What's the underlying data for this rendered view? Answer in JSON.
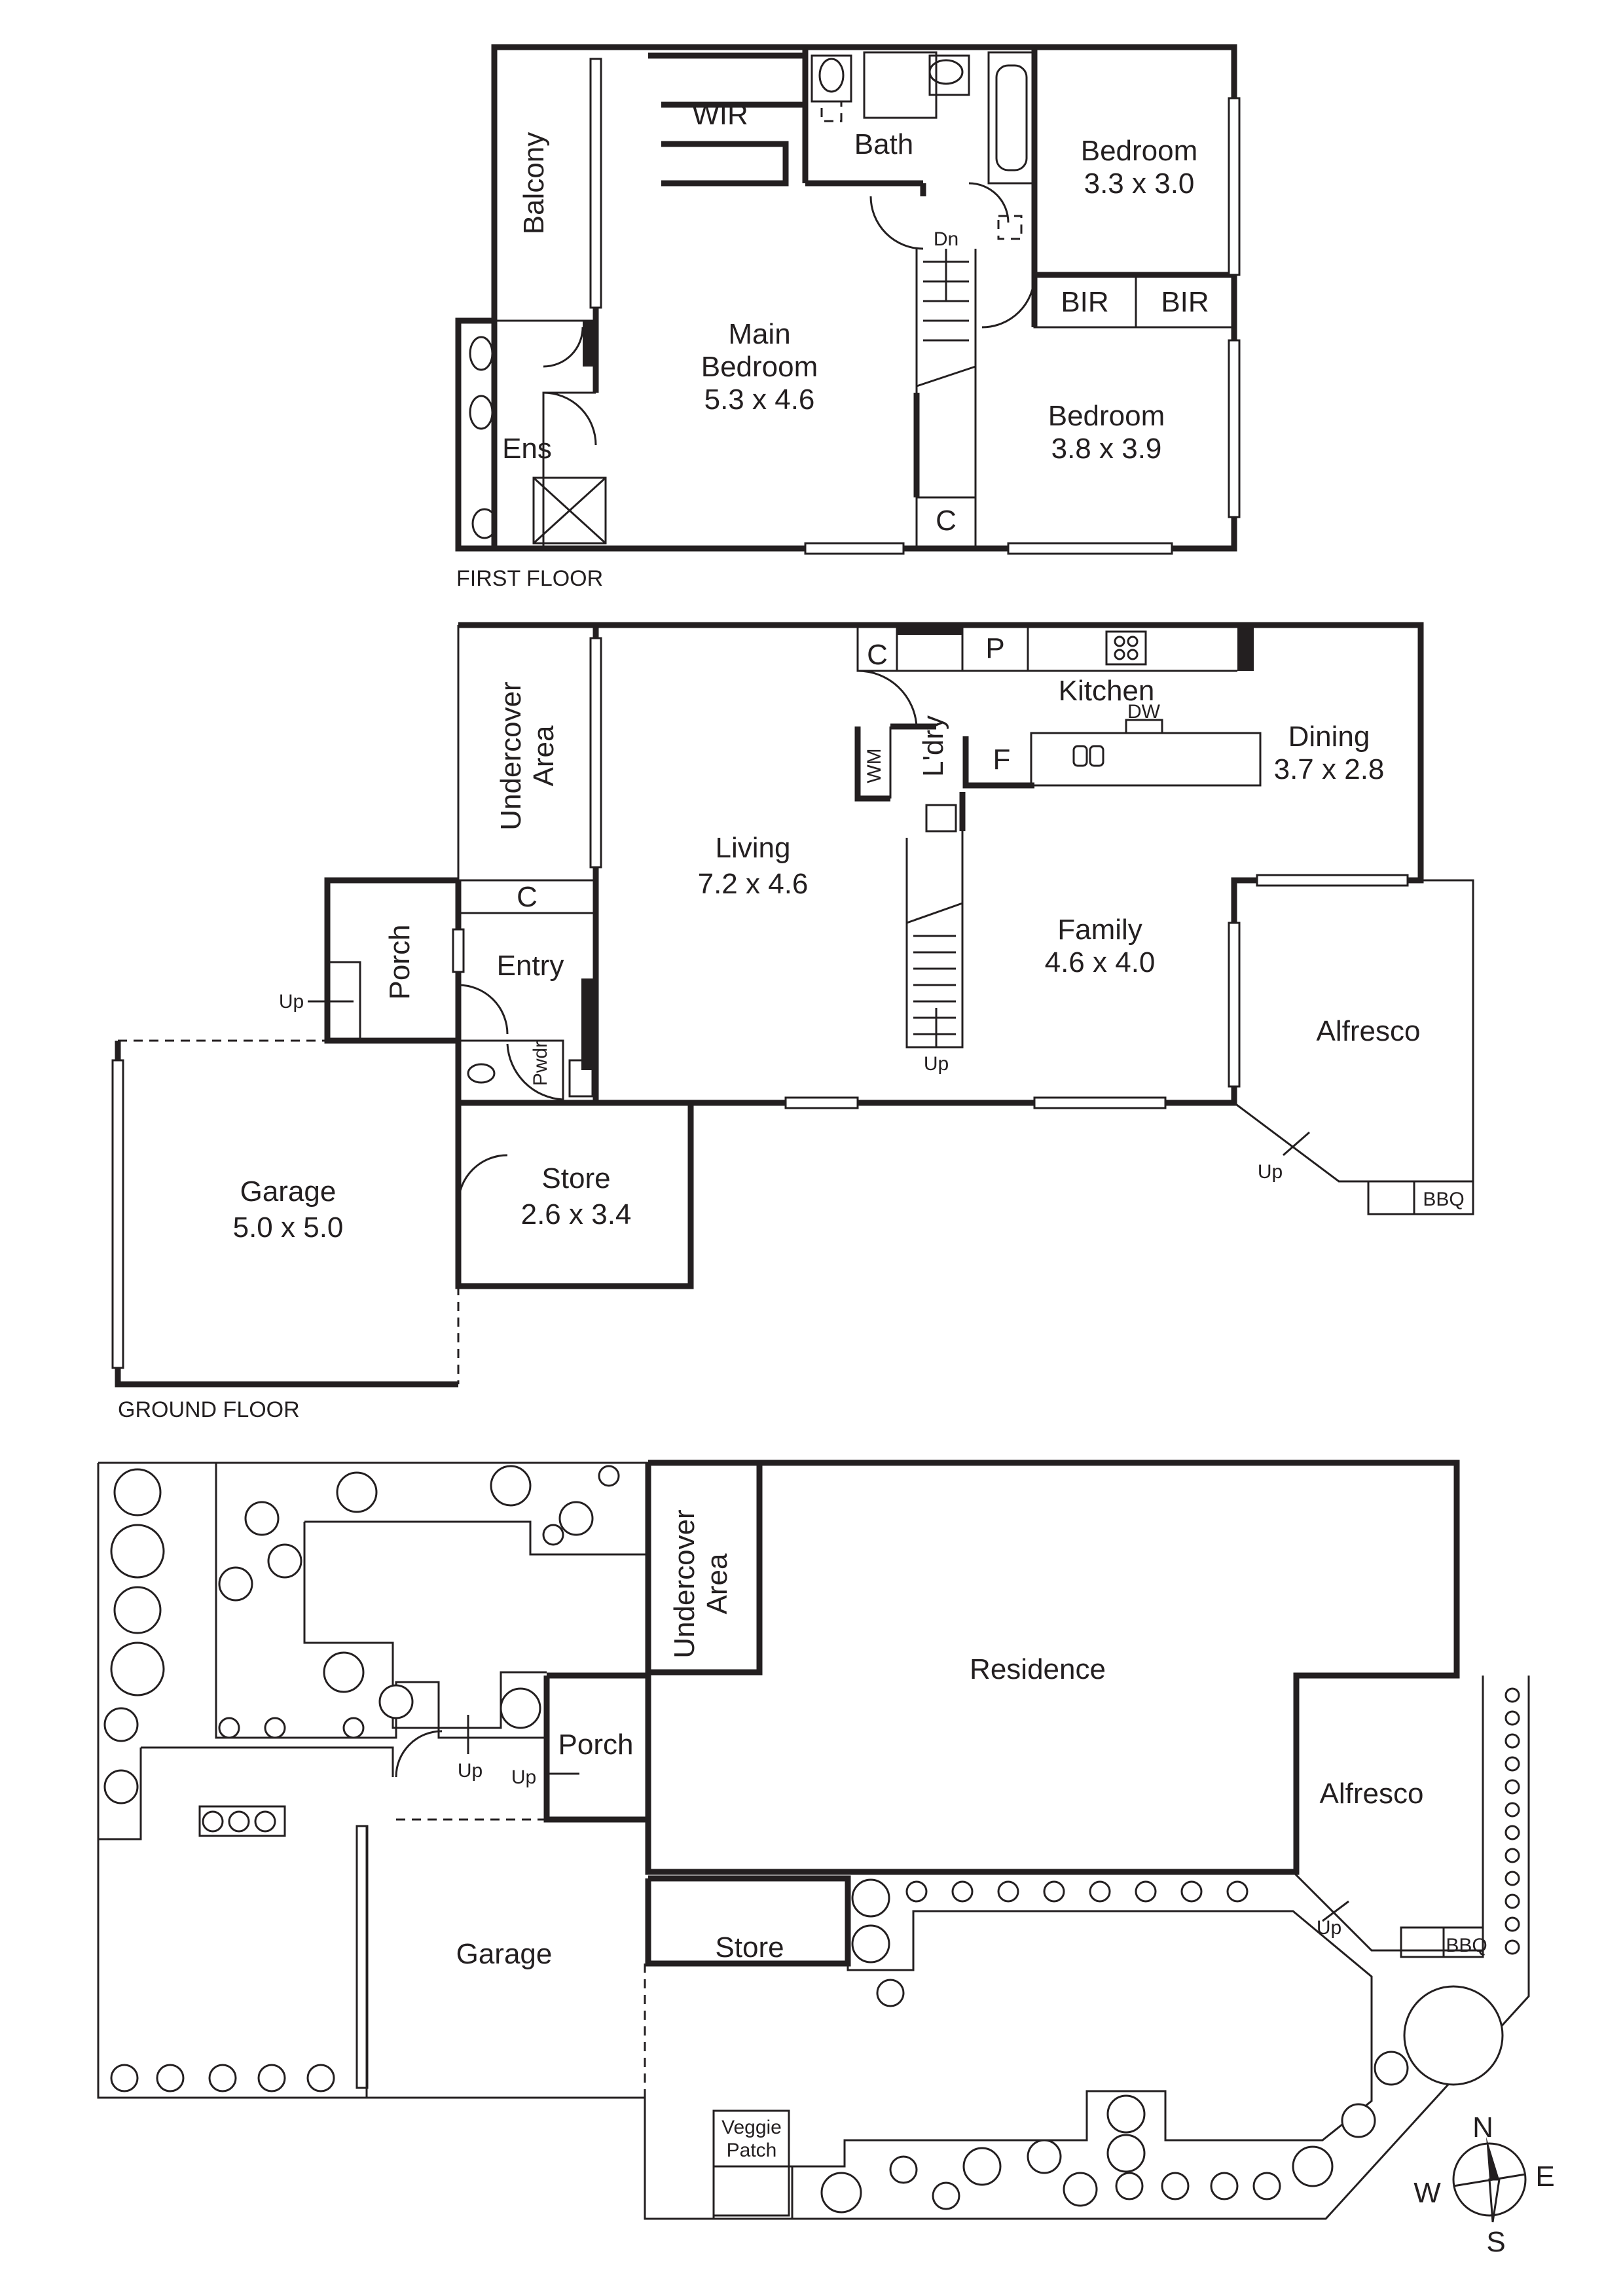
{
  "first_floor": {
    "caption": "FIRST FLOOR",
    "rooms": {
      "balcony": "Balcony",
      "wir": "WIR",
      "bath": "Bath",
      "bedroom2_name": "Bedroom",
      "bedroom2_size": "3.3 x 3.0",
      "main_bedroom_l1": "Main",
      "main_bedroom_l2": "Bedroom",
      "main_bedroom_size": "5.3 x 4.6",
      "bedroom3_name": "Bedroom",
      "bedroom3_size": "3.8 x 3.9",
      "bir1": "BIR",
      "bir2": "BIR",
      "ens": "Ens",
      "dn": "Dn",
      "cupboard": "C"
    }
  },
  "ground_floor": {
    "caption": "GROUND FLOOR",
    "rooms": {
      "undercover_l1": "Undercover",
      "undercover_l2": "Area",
      "living_name": "Living",
      "living_size": "7.2  x 4.6",
      "kitchen": "Kitchen",
      "dining_name": "Dining",
      "dining_size": "3.7 x 2.8",
      "family_name": "Family",
      "family_size": "4.6 x 4.0",
      "alfresco": "Alfresco",
      "bbq": "BBQ",
      "porch": "Porch",
      "entry": "Entry",
      "pwdr": "Pwdr",
      "garage_name": "Garage",
      "garage_size": "5.0 x 5.0",
      "store_name": "Store",
      "store_size": "2.6 x 3.4",
      "laundry": "L'dry",
      "wm": "WM",
      "fridge": "F",
      "pantry": "P",
      "cupboard1": "C",
      "cupboard2": "C",
      "dw": "DW",
      "up_stair": "Up",
      "up_porch": "Up",
      "up_alfresco": "Up"
    }
  },
  "site_plan": {
    "rooms": {
      "undercover_l1": "Undercover",
      "undercover_l2": "Area",
      "residence": "Residence",
      "porch": "Porch",
      "alfresco": "Alfresco",
      "store": "Store",
      "garage": "Garage",
      "bbq": "BBQ",
      "veggie_l1": "Veggie",
      "veggie_l2": "Patch",
      "up1": "Up",
      "up2": "Up",
      "up3": "Up"
    },
    "compass": {
      "n": "N",
      "s": "S",
      "e": "E",
      "w": "W"
    }
  }
}
